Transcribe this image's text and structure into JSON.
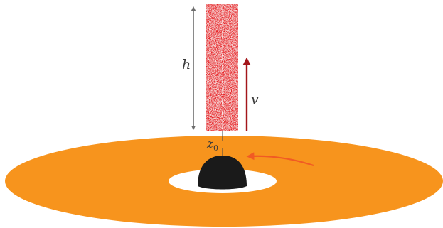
{
  "labels": {
    "height": "h",
    "velocity": "v",
    "base_main": "z",
    "base_sub": "0"
  },
  "colors": {
    "disk": "#F7941D",
    "black_hole": "#1a1a1a",
    "jet": "#E8262B",
    "velocity_arrow": "#A3161B",
    "rotation_arrow": "#F15A24",
    "height_arrow": "#6d6d6d"
  },
  "icons": {
    "height": "double-arrow-icon",
    "velocity": "up-arrow-icon",
    "rotation": "curved-arrow-icon"
  }
}
